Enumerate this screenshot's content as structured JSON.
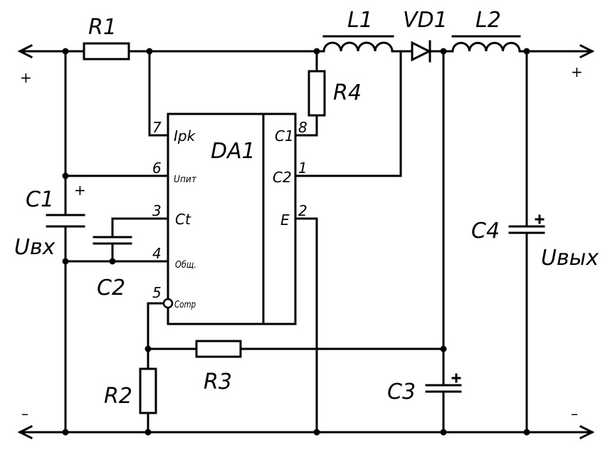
{
  "components": {
    "R1": "R1",
    "R2": "R2",
    "R3": "R3",
    "R4": "R4",
    "L1": "L1",
    "L2": "L2",
    "VD1": "VD1",
    "C1": "C1",
    "C2": "C2",
    "C3": "C3",
    "C4": "C4",
    "DA1": "DA1"
  },
  "voltages": {
    "in": "Uвх",
    "out": "Uвых"
  },
  "polarity": {
    "plus": "+",
    "minus": "–"
  },
  "pins": {
    "p7": "7",
    "p6": "6",
    "p3": "3",
    "p4": "4",
    "p5": "5",
    "p8": "8",
    "p1": "1",
    "p2": "2"
  },
  "signals": {
    "ipk": "Ipk",
    "ulim": "Uпит",
    "ct": "Ct",
    "gnd": "Общ.",
    "comp": "Comp",
    "c1": "C1",
    "c2": "C2",
    "e": "E"
  }
}
